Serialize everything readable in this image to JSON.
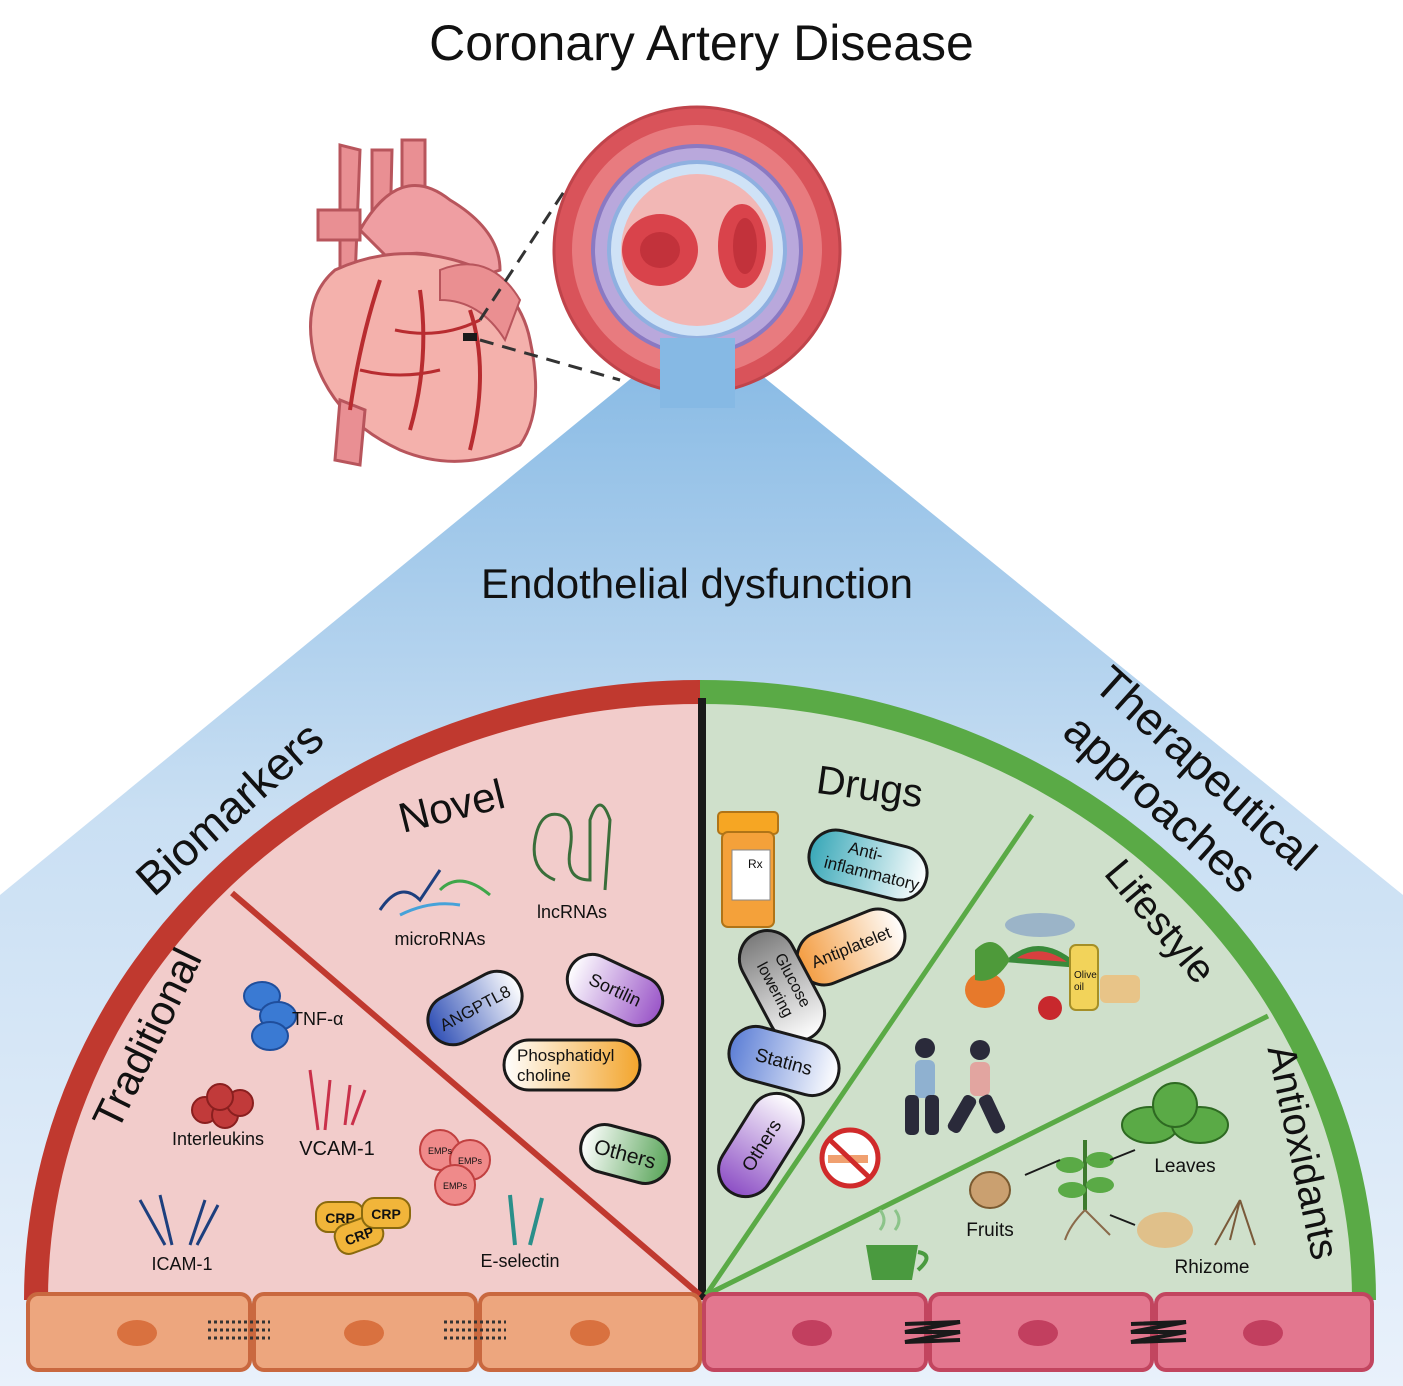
{
  "title": "Coronary Artery Disease",
  "center_label": "Endothelial dysfunction",
  "left": {
    "heading": "Biomarkers",
    "sections": {
      "novel": "Novel",
      "traditional": "Traditional"
    },
    "novel_items": {
      "microrna": "microRNAs",
      "lncrna": "lncRNAs",
      "angptl8": "ANGPTL8",
      "sortilin": "Sortilin",
      "phosphatidyl_line1": "Phosphatidyl",
      "phosphatidyl_line2": "choline",
      "others": "Others"
    },
    "traditional_items": {
      "tnf": "TNF-α",
      "interleukins": "Interleukins",
      "vcam": "VCAM-1",
      "icam": "ICAM-1",
      "eselectin": "E-selectin",
      "crp": "CRP",
      "emps": "EMPs"
    }
  },
  "right": {
    "heading_line1": "Therapeutical",
    "heading_line2": "approaches",
    "sections": {
      "drugs": "Drugs",
      "lifestyle": "Lifestyle",
      "antioxidants": "Antioxidants"
    },
    "drug_items": {
      "anti_line1": "Anti-",
      "anti_line2": "inflammatory",
      "antiplatelet": "Antiplatelet",
      "glucose_line1": "Glucose",
      "glucose_line2": "lowering",
      "statins": "Statins",
      "others": "Others",
      "rx": "Rx"
    },
    "lifestyle_items": {
      "olive_line1": "Olive",
      "olive_line2": "oil"
    },
    "antioxidant_items": {
      "leaves": "Leaves",
      "fruits": "Fruits",
      "rhizome": "Rhizome"
    }
  },
  "colors": {
    "biomarker_red": "#c0392f",
    "therapy_green": "#5aaa46",
    "left_fill": "#f2cccb",
    "right_fill": "#cfe0cb",
    "endo_left": "#eda67e",
    "endo_right": "#e3778f",
    "sky_blue": "#86b9e4"
  }
}
